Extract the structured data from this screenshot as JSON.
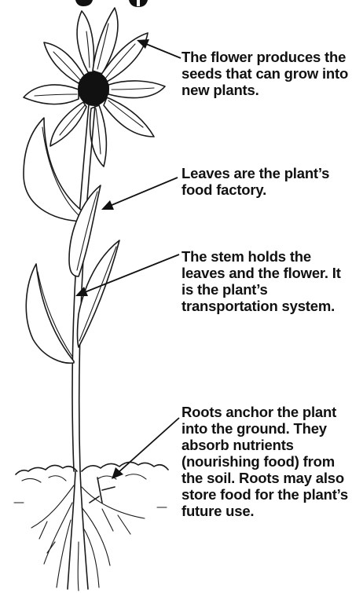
{
  "diagram": {
    "heading_fragment": "p       p",
    "labels": {
      "flower": "The flower produces the seeds that can grow into new plants.",
      "leaves": "Leaves are the plant’s food factory.",
      "stem": "The stem holds the leaves and the flower. It is the plant’s transportation system.",
      "roots": "Roots anchor the plant into the ground. They absorb nutrients (nourishing food) from the soil. Roots may also store food for the plant’s future use."
    }
  },
  "colors": {
    "ink": "#1a1a1a",
    "background": "#ffffff"
  }
}
